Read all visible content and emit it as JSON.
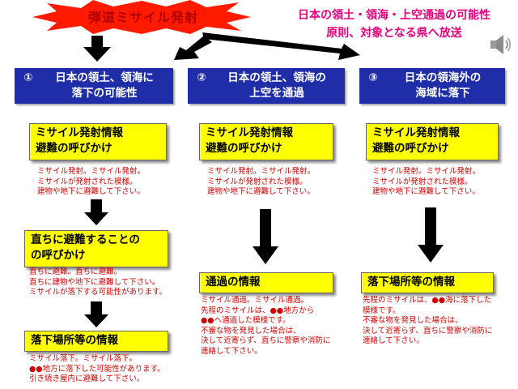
{
  "header": {
    "banner_label": "弾道ミサイル発射",
    "note_line1": "日本の領土・領海・上空通過の可能性",
    "note_line2": "原則、対象となる県へ放送",
    "speaker_icon": "speaker-icon"
  },
  "columns": [
    {
      "number": "①",
      "title": "日本の領土、領海に\n落下の可能性",
      "steps": [
        {
          "box": "ミサイル発射情報\n避難の呼びかけ",
          "message": "ミサイル発射。ミサイル発射。\nミサイルが発射された模様。\n建物や地下に避難して下さい。"
        },
        {
          "box": "直ちに避難することの\nの呼びかけ",
          "message": "直ちに避難。直ちに避難。\n直ちに建物や地下に避難して下さい。\nミサイルが落下する可能性があります。"
        },
        {
          "box": "落下場所等の情報",
          "message_pre": "ミサイル落下。ミサイル落下。",
          "marker": "●●",
          "message_post1": "地方に落下した可能性があります。",
          "message_post2": "引き続き屋内に避難して下さい。"
        }
      ]
    },
    {
      "number": "②",
      "title": "日本の領土、領海の\n上空を通過",
      "steps": [
        {
          "box": "ミサイル発射情報\n避難の呼びかけ",
          "message": "ミサイル発射。ミサイル発射。\nミサイルが発射された模様。\n建物や地下に避難して下さい。"
        },
        {
          "box": "通過の情報",
          "line1": "ミサイル通過。ミサイル通過。",
          "line2a": "先程のミサイルは、",
          "marker_a": "●●",
          "line2b": "地方から",
          "marker_b": "●●",
          "line3b": "へ通過した模様です。",
          "line4": "不審な物を発見した場合は、\n決して近寄らず、直ちに警察や消防に\n連絡して下さい。"
        }
      ]
    },
    {
      "number": "③",
      "title": "日本の領海外の\n海域に落下",
      "steps": [
        {
          "box": "ミサイル発射情報\n避難の呼びかけ",
          "message": "ミサイル発射。ミサイル発射。\nミサイルが発射された模様。\n建物や地下に避難して下さい。"
        },
        {
          "box": "落下場所等の情報",
          "line1a": "先程のミサイルは、",
          "marker": "●●",
          "line1b": "海に落下した",
          "line2": "模様です。\n不審な物を発見した場合は、\n決して近寄らず、直ちに警察や消防に\n連絡して下さい。"
        }
      ]
    }
  ],
  "colors": {
    "banner_fill": "#ff1a00",
    "banner_text": "#b00000",
    "note_text": "#e6007e",
    "scenario_fill": "#1f2ea8",
    "box_fill": "#ffff00",
    "message_text": "#d40000",
    "arrow": "#000000"
  }
}
